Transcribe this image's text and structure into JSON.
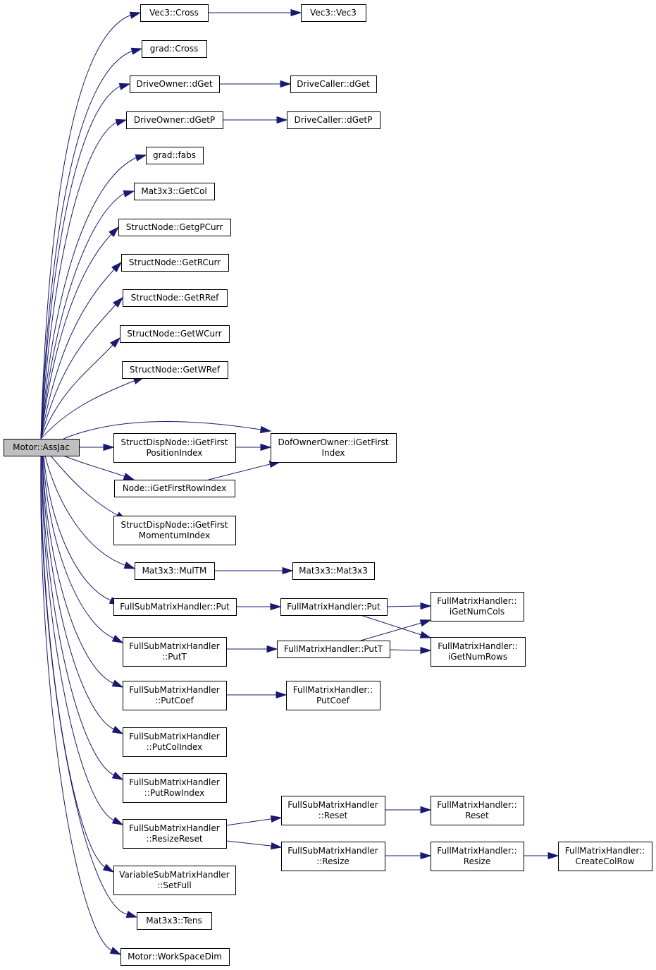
{
  "graph": {
    "edge_color": "#191970",
    "root_fill": "#bfbfbf",
    "nodes": [
      {
        "id": "root",
        "lines": [
          "Motor::AssJac"
        ]
      },
      {
        "id": "vec3-cross",
        "lines": [
          "Vec3::Cross"
        ]
      },
      {
        "id": "vec3-vec3",
        "lines": [
          "Vec3::Vec3"
        ]
      },
      {
        "id": "grad-cross",
        "lines": [
          "grad::Cross"
        ]
      },
      {
        "id": "driveowner-dget",
        "lines": [
          "DriveOwner::dGet"
        ]
      },
      {
        "id": "drivecaller-dget",
        "lines": [
          "DriveCaller::dGet"
        ]
      },
      {
        "id": "driveowner-dgetp",
        "lines": [
          "DriveOwner::dGetP"
        ]
      },
      {
        "id": "drivecaller-dgetp",
        "lines": [
          "DriveCaller::dGetP"
        ]
      },
      {
        "id": "grad-fabs",
        "lines": [
          "grad::fabs"
        ]
      },
      {
        "id": "mat3x3-getcol",
        "lines": [
          "Mat3x3::GetCol"
        ]
      },
      {
        "id": "structnode-getgpcurr",
        "lines": [
          "StructNode::GetgPCurr"
        ]
      },
      {
        "id": "structnode-getrcurr",
        "lines": [
          "StructNode::GetRCurr"
        ]
      },
      {
        "id": "structnode-getrref",
        "lines": [
          "StructNode::GetRRef"
        ]
      },
      {
        "id": "structnode-getwcurr",
        "lines": [
          "StructNode::GetWCurr"
        ]
      },
      {
        "id": "structnode-getwref",
        "lines": [
          "StructNode::GetWRef"
        ]
      },
      {
        "id": "dofownerowner-igetfirstindex",
        "lines": [
          "DofOwnerOwner::iGetFirst",
          "Index"
        ]
      },
      {
        "id": "structdispnode-igetfirstpositionindex",
        "lines": [
          "StructDispNode::iGetFirst",
          "PositionIndex"
        ]
      },
      {
        "id": "node-igetfirstrowindex",
        "lines": [
          "Node::iGetFirstRowIndex"
        ]
      },
      {
        "id": "structdispnode-igetfirstmomentumindex",
        "lines": [
          "StructDispNode::iGetFirst",
          "MomentumIndex"
        ]
      },
      {
        "id": "mat3x3-multm",
        "lines": [
          "Mat3x3::MulTM"
        ]
      },
      {
        "id": "mat3x3-mat3x3",
        "lines": [
          "Mat3x3::Mat3x3"
        ]
      },
      {
        "id": "fullsub-put",
        "lines": [
          "FullSubMatrixHandler::Put"
        ]
      },
      {
        "id": "full-put",
        "lines": [
          "FullMatrixHandler::Put"
        ]
      },
      {
        "id": "full-igetnumcols",
        "lines": [
          "FullMatrixHandler::",
          "iGetNumCols"
        ]
      },
      {
        "id": "fullsub-putt",
        "lines": [
          "FullSubMatrixHandler",
          "::PutT"
        ]
      },
      {
        "id": "full-putt",
        "lines": [
          "FullMatrixHandler::PutT"
        ]
      },
      {
        "id": "full-igetnumrows",
        "lines": [
          "FullMatrixHandler::",
          "iGetNumRows"
        ]
      },
      {
        "id": "fullsub-putcoef",
        "lines": [
          "FullSubMatrixHandler",
          "::PutCoef"
        ]
      },
      {
        "id": "full-putcoef",
        "lines": [
          "FullMatrixHandler::",
          "PutCoef"
        ]
      },
      {
        "id": "fullsub-putcolindex",
        "lines": [
          "FullSubMatrixHandler",
          "::PutColIndex"
        ]
      },
      {
        "id": "fullsub-putrowindex",
        "lines": [
          "FullSubMatrixHandler",
          "::PutRowIndex"
        ]
      },
      {
        "id": "fullsub-resizereset",
        "lines": [
          "FullSubMatrixHandler",
          "::ResizeReset"
        ]
      },
      {
        "id": "fullsub-reset",
        "lines": [
          "FullSubMatrixHandler",
          "::Reset"
        ]
      },
      {
        "id": "full-reset",
        "lines": [
          "FullMatrixHandler::",
          "Reset"
        ]
      },
      {
        "id": "fullsub-resize",
        "lines": [
          "FullSubMatrixHandler",
          "::Resize"
        ]
      },
      {
        "id": "full-resize",
        "lines": [
          "FullMatrixHandler::",
          "Resize"
        ]
      },
      {
        "id": "full-createcolrow",
        "lines": [
          "FullMatrixHandler::",
          "CreateColRow"
        ]
      },
      {
        "id": "variablesub-setfull",
        "lines": [
          "VariableSubMatrixHandler",
          "::SetFull"
        ]
      },
      {
        "id": "mat3x3-tens",
        "lines": [
          "Mat3x3::Tens"
        ]
      },
      {
        "id": "motor-workspacedim",
        "lines": [
          "Motor::WorkSpaceDim"
        ]
      }
    ],
    "edges": [
      {
        "from": "root",
        "to": "vec3-cross"
      },
      {
        "from": "root",
        "to": "grad-cross"
      },
      {
        "from": "root",
        "to": "driveowner-dget"
      },
      {
        "from": "root",
        "to": "driveowner-dgetp"
      },
      {
        "from": "root",
        "to": "grad-fabs"
      },
      {
        "from": "root",
        "to": "mat3x3-getcol"
      },
      {
        "from": "root",
        "to": "structnode-getgpcurr"
      },
      {
        "from": "root",
        "to": "structnode-getrcurr"
      },
      {
        "from": "root",
        "to": "structnode-getrref"
      },
      {
        "from": "root",
        "to": "structnode-getwcurr"
      },
      {
        "from": "root",
        "to": "structnode-getwref"
      },
      {
        "from": "root",
        "to": "dofownerowner-igetfirstindex"
      },
      {
        "from": "root",
        "to": "structdispnode-igetfirstpositionindex"
      },
      {
        "from": "root",
        "to": "node-igetfirstrowindex"
      },
      {
        "from": "root",
        "to": "structdispnode-igetfirstmomentumindex"
      },
      {
        "from": "root",
        "to": "mat3x3-multm"
      },
      {
        "from": "root",
        "to": "fullsub-put"
      },
      {
        "from": "root",
        "to": "fullsub-putt"
      },
      {
        "from": "root",
        "to": "fullsub-putcoef"
      },
      {
        "from": "root",
        "to": "fullsub-putcolindex"
      },
      {
        "from": "root",
        "to": "fullsub-putrowindex"
      },
      {
        "from": "root",
        "to": "fullsub-resizereset"
      },
      {
        "from": "root",
        "to": "variablesub-setfull"
      },
      {
        "from": "root",
        "to": "mat3x3-tens"
      },
      {
        "from": "root",
        "to": "motor-workspacedim"
      },
      {
        "from": "vec3-cross",
        "to": "vec3-vec3"
      },
      {
        "from": "driveowner-dget",
        "to": "drivecaller-dget"
      },
      {
        "from": "driveowner-dgetp",
        "to": "drivecaller-dgetp"
      },
      {
        "from": "structdispnode-igetfirstpositionindex",
        "to": "dofownerowner-igetfirstindex"
      },
      {
        "from": "node-igetfirstrowindex",
        "to": "dofownerowner-igetfirstindex"
      },
      {
        "from": "mat3x3-multm",
        "to": "mat3x3-mat3x3"
      },
      {
        "from": "fullsub-put",
        "to": "full-put"
      },
      {
        "from": "full-put",
        "to": "full-igetnumcols"
      },
      {
        "from": "full-put",
        "to": "full-igetnumrows"
      },
      {
        "from": "fullsub-putt",
        "to": "full-putt"
      },
      {
        "from": "full-putt",
        "to": "full-igetnumcols"
      },
      {
        "from": "full-putt",
        "to": "full-igetnumrows"
      },
      {
        "from": "fullsub-putcoef",
        "to": "full-putcoef"
      },
      {
        "from": "fullsub-resizereset",
        "to": "fullsub-reset"
      },
      {
        "from": "fullsub-resizereset",
        "to": "fullsub-resize"
      },
      {
        "from": "fullsub-reset",
        "to": "full-reset"
      },
      {
        "from": "fullsub-resize",
        "to": "full-resize"
      },
      {
        "from": "full-resize",
        "to": "full-createcolrow"
      }
    ]
  }
}
